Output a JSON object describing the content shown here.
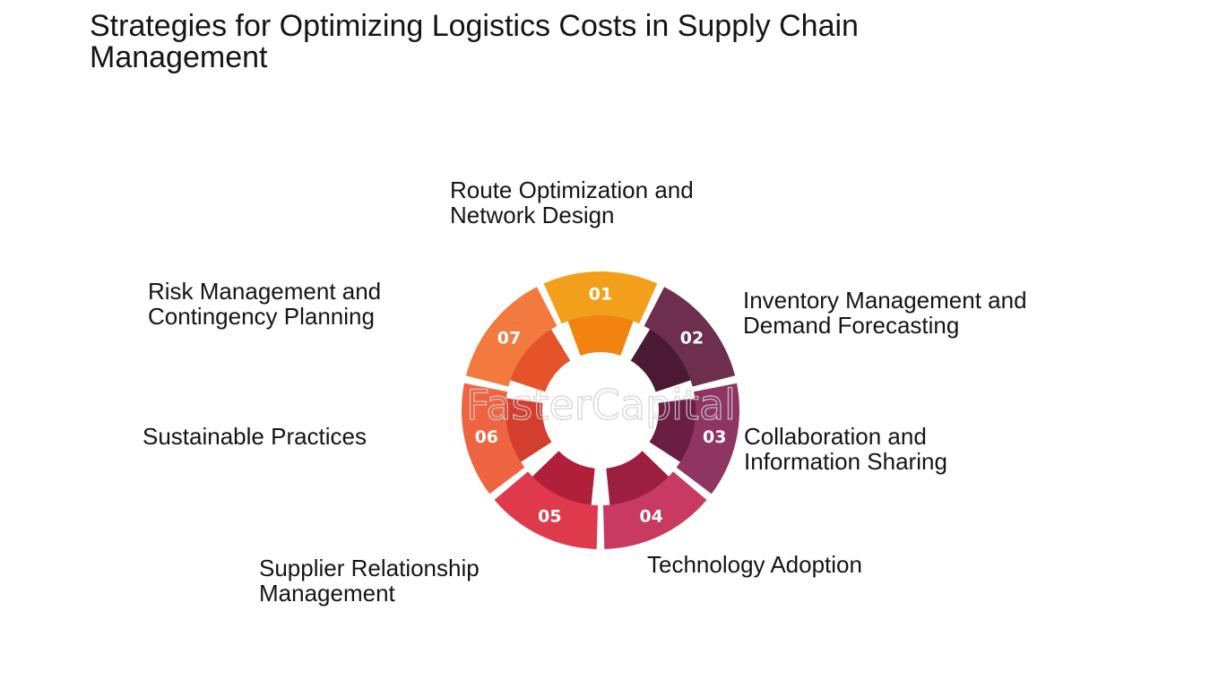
{
  "title": "Strategies for Optimizing Logistics Costs in Supply Chain Management",
  "watermark": "FasterCapital",
  "segments": [
    {
      "number": "01",
      "color": "#f2a01b",
      "inner": "#f3830f",
      "lines": [
        "Route Optimization and",
        "Network Design"
      ]
    },
    {
      "number": "02",
      "color": "#6e2f4f",
      "inner": "#4a1a33",
      "lines": [
        "Inventory Management and",
        "Demand Forecasting"
      ]
    },
    {
      "number": "03",
      "color": "#8f3563",
      "inner": "#6a1e44",
      "lines": [
        "Collaboration and",
        "Information Sharing"
      ]
    },
    {
      "number": "04",
      "color": "#c93a60",
      "inner": "#9c1f3f",
      "lines": [
        "Technology Adoption"
      ]
    },
    {
      "number": "05",
      "color": "#df3a4c",
      "inner": "#b0203a",
      "lines": [
        "Supplier Relationship",
        "Management"
      ]
    },
    {
      "number": "06",
      "color": "#ee6440",
      "inner": "#d43e2e",
      "lines": [
        "Sustainable Practices"
      ]
    },
    {
      "number": "07",
      "color": "#f27a3e",
      "inner": "#e5532a",
      "lines": [
        "Risk Management and",
        "Contingency Planning"
      ]
    }
  ]
}
